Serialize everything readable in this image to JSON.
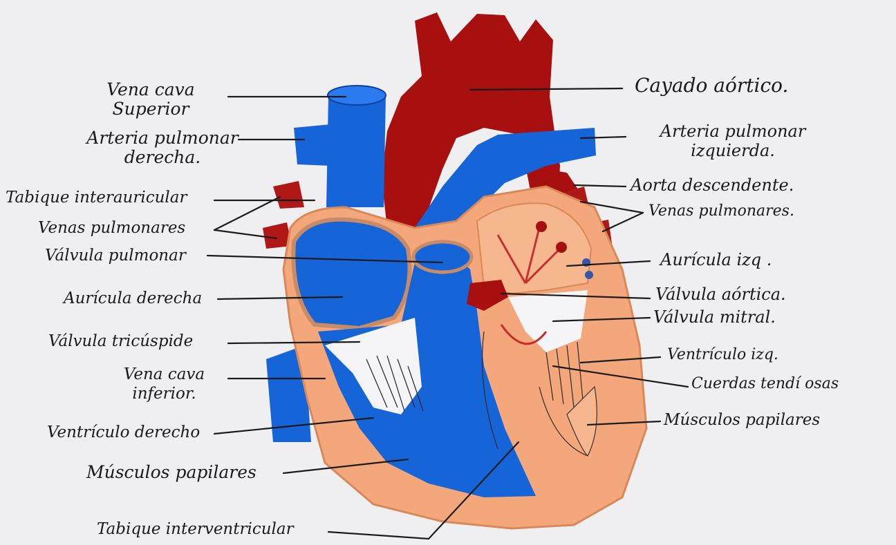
{
  "colors": {
    "paper": "#efeef0",
    "oxygenated": "#a81010",
    "deoxygenated": "#1565d8",
    "myocardium": "#f3a77a",
    "ink": "#1a1a1a"
  },
  "labels": {
    "vena_cava_superior": [
      "Vena cava",
      "Superior"
    ],
    "arteria_pulmonar_derecha": [
      "Arteria pulmonar",
      "derecha."
    ],
    "tabique_interauricular": "Tabique interauricular",
    "venas_pulmonares_left": "Venas pulmonares",
    "valvula_pulmonar": "Válvula pulmonar",
    "auricula_derecha": "Aurícula derecha",
    "valvula_tricuspide": "Válvula tricúspide",
    "vena_cava_inferior": [
      "Vena cava",
      "inferior."
    ],
    "ventriculo_derecho": "Ventrículo derecho",
    "musculos_papilares_left": "Músculos papilares",
    "tabique_interventricular": "Tabique interventricular",
    "cayado_aortico": "Cayado aórtico.",
    "arteria_pulmonar_izquierda": [
      "Arteria pulmonar",
      "izquierda."
    ],
    "aorta_descendente": "Aorta descendente.",
    "venas_pulmonares_right": "Venas pulmonares.",
    "auricula_izq": "Aurícula izq .",
    "valvula_aortica": "Válvula aórtica.",
    "valvula_mitral": "Válvula mitral.",
    "ventriculo_izq": "Ventrículo izq.",
    "cuerdas_tendinosas": "Cuerdas tendí osas",
    "musculos_papilares_right": "Músculos papilares"
  }
}
